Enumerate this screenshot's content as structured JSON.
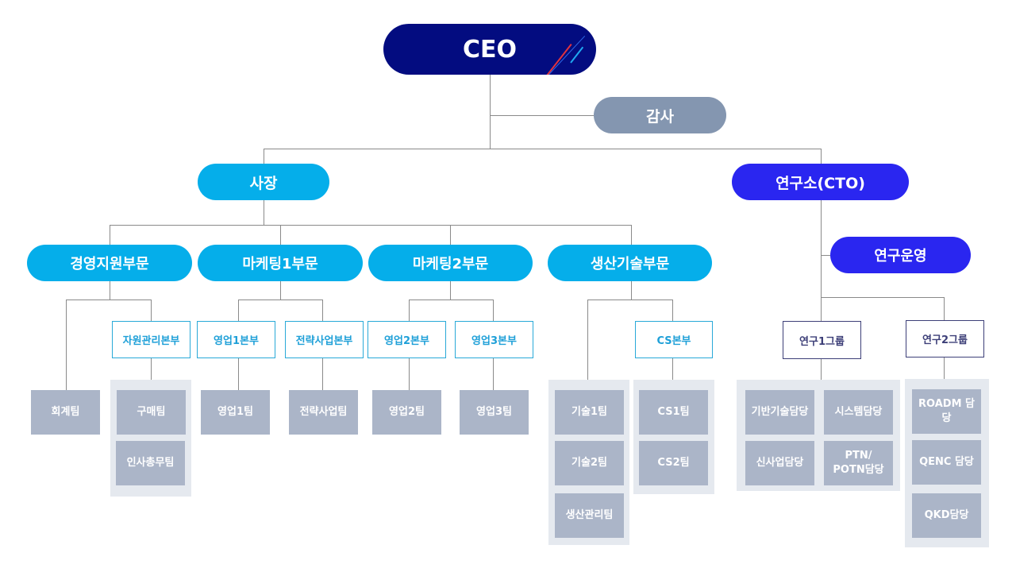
{
  "chart": {
    "ceo": {
      "label": "CEO"
    },
    "audit": {
      "label": "감사"
    },
    "president": {
      "label": "사장"
    },
    "cto": {
      "label": "연구소(CTO)"
    },
    "research_ops": {
      "label": "연구운영"
    },
    "divisions": [
      {
        "label": "경영지원부문"
      },
      {
        "label": "마케팅1부문"
      },
      {
        "label": "마케팅2부문"
      },
      {
        "label": "생산기술부문"
      }
    ],
    "headquarters": [
      {
        "label": "자원관리본부"
      },
      {
        "label": "영업1본부"
      },
      {
        "label": "전략사업본부"
      },
      {
        "label": "영업2본부"
      },
      {
        "label": "영업3본부"
      },
      {
        "label": "CS본부"
      }
    ],
    "research_groups": [
      {
        "label": "연구1그룹"
      },
      {
        "label": "연구2그룹"
      }
    ],
    "teams": {
      "accounting": "회계팀",
      "purchasing": "구매팀",
      "hr_general": "인사총무팀",
      "sales1": "영업1팀",
      "strategy": "전략사업팀",
      "sales2": "영업2팀",
      "sales3": "영업3팀",
      "tech1": "기술1팀",
      "tech2": "기술2팀",
      "production_mgmt": "생산관리팀",
      "cs1": "CS1팀",
      "cs2": "CS2팀",
      "base_tech": "기반기술담당",
      "system": "시스템담당",
      "new_business": "신사업담당",
      "ptn_potn": "PTN/\nPOTN담당",
      "roadm": "ROADM 담당",
      "qenc": "QENC 담당",
      "qkd": "QKD담당"
    },
    "colors": {
      "ceo": "#030c80",
      "audit": "#8496b0",
      "president_divisions": "#05aeea",
      "cto": "#2a26f0",
      "team": "#abb5c8",
      "tray": "#e5e9ef",
      "connector": "#8a8a8a"
    }
  }
}
